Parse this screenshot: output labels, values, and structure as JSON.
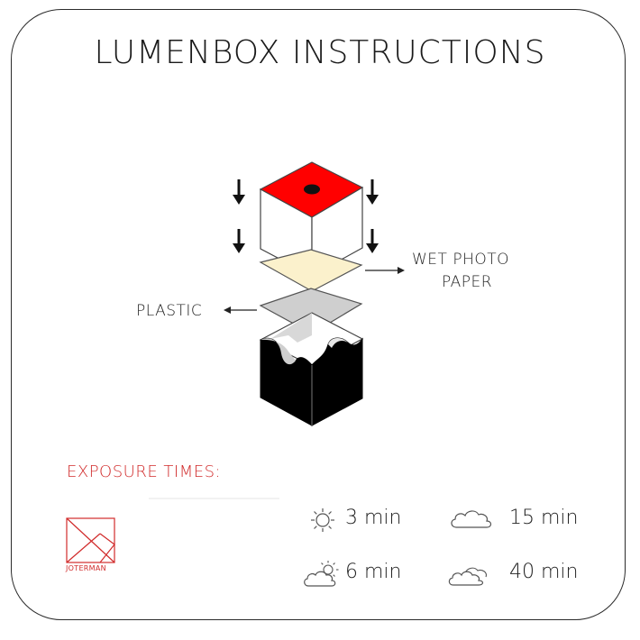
{
  "title": "LUMENBOX INSTRUCTIONS",
  "labels": {
    "wet_photo_paper_line1": "WET PHOTO",
    "wet_photo_paper_line2": "PAPER",
    "plastic": "PLASTIC"
  },
  "exposure": {
    "heading": "EXPOSURE TIMES:",
    "items": [
      {
        "icon": "sun-icon",
        "label": "3 min"
      },
      {
        "icon": "cloud-icon",
        "label": "15 min"
      },
      {
        "icon": "sun-behind-cloud-icon",
        "label": "6 min"
      },
      {
        "icon": "overcast-cloud-icon",
        "label": "40 min"
      }
    ]
  },
  "logo": {
    "text": "JOTERMAN"
  },
  "colors": {
    "accent": "#d12b2b",
    "lid": "#ff0000",
    "paper": "#fbf1cc",
    "plastic": "#cfcfcf",
    "box": "#000000"
  }
}
